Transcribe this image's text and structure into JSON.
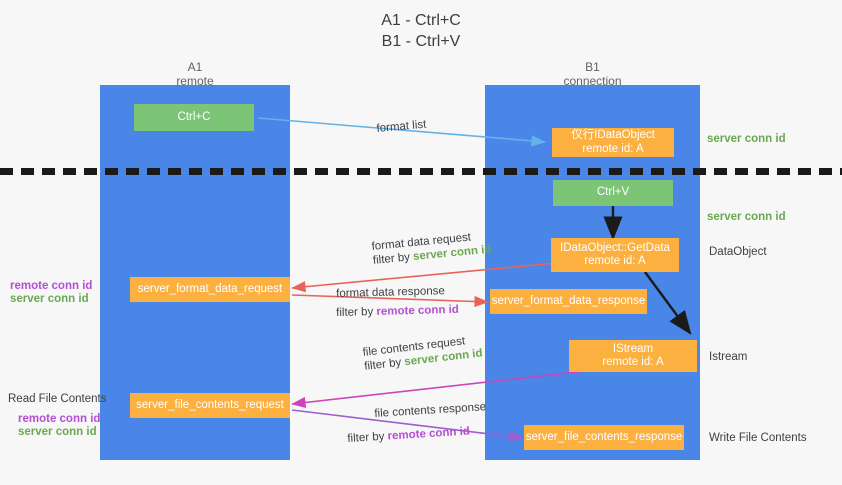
{
  "title": {
    "line1": "A1 - Ctrl+C",
    "line2": "B1 - Ctrl+V"
  },
  "columns": [
    {
      "name": "A1",
      "sub": "remote"
    },
    {
      "name": "B1",
      "sub": "connection"
    }
  ],
  "boxes": {
    "ctrl_c": {
      "label": "Ctrl+C"
    },
    "ctrl_v": {
      "label": "Ctrl+V"
    },
    "idataobject_top": {
      "line1": "仅行IDataObject",
      "line2": "remote id: A"
    },
    "idataobject_getdata": {
      "line1": "IDataObject::GetData",
      "line2": "remote id: A"
    },
    "istream": {
      "line1": "IStream",
      "line2": "remote id: A"
    },
    "server_format_data_request": {
      "label": "server_format_data_request"
    },
    "server_format_data_response": {
      "label": "server_format_data_response"
    },
    "server_file_contents_request": {
      "label": "server_file_contents_request"
    },
    "server_file_contents_response": {
      "label": "server_file_contents_response"
    }
  },
  "right_labels": {
    "server_conn_id_1": "server conn id",
    "server_conn_id_2": "server conn id",
    "dataobject": "DataObject",
    "istream": "Istream",
    "write_file_contents": "Write File Contents"
  },
  "left_labels": {
    "remote_conn_id_1": "remote conn id",
    "server_conn_id_1": "server conn id",
    "read_file_contents": "Read File Contents",
    "remote_conn_id_2": "remote conn id",
    "server_conn_id_2": "server conn id"
  },
  "arrows": {
    "format_list": {
      "label": "format list"
    },
    "format_data_request": {
      "line1": "format data request",
      "filter_prefix": "filter by ",
      "filter_value": "server conn id"
    },
    "format_data_response": {
      "line1": "format data response",
      "filter_prefix": "filter by ",
      "filter_value": "remote conn id"
    },
    "file_contents_request": {
      "line1": "file contents request",
      "filter_prefix": "filter by ",
      "filter_value": "server conn id"
    },
    "file_contents_response": {
      "line1": "file contents response",
      "filter_prefix": "filter by ",
      "filter_value": "remote conn id"
    }
  },
  "colors": {
    "lane": "#4a86e8",
    "green_box": "#7cc576",
    "orange_box": "#fbb040",
    "arrow_blue": "#63b3e8",
    "arrow_red": "#e8645a",
    "arrow_magenta": "#cc44bb",
    "arrow_purple": "#9b5fd0",
    "arrow_black": "#1a1a1a",
    "green_text": "#6aa84f",
    "purple_text": "#b44fd0",
    "background": "#f7f7f7"
  }
}
